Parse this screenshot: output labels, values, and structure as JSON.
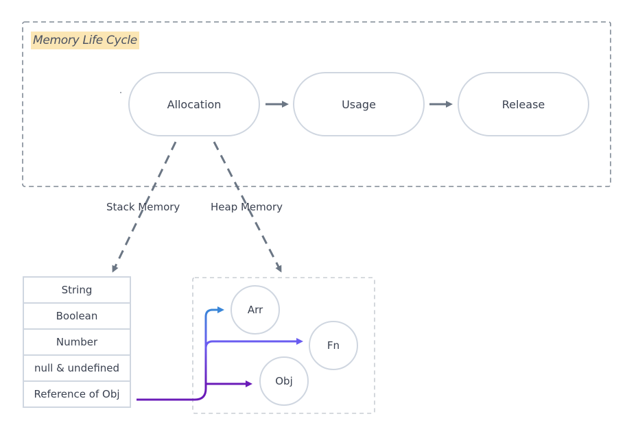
{
  "title": "Memory Life Cycle",
  "stages": [
    {
      "label": "Allocation"
    },
    {
      "label": "Usage"
    },
    {
      "label": "Release"
    }
  ],
  "branches": {
    "stack": "Stack Memory",
    "heap": "Heap Memory"
  },
  "stack_items": [
    "String",
    "Boolean",
    "Number",
    "null & undefined",
    "Reference of Obj"
  ],
  "heap_items": {
    "arr": "Arr",
    "fn": "Fn",
    "obj": "Obj"
  },
  "colors": {
    "outline": "#cfd6e0",
    "dashed_arrow": "#6b7684",
    "title_highlight": "#fbe6b4",
    "ref_arrow_blue": "#3a86d8",
    "ref_arrow_violet": "#6a5cf0",
    "ref_arrow_purple": "#6a1bb8"
  }
}
